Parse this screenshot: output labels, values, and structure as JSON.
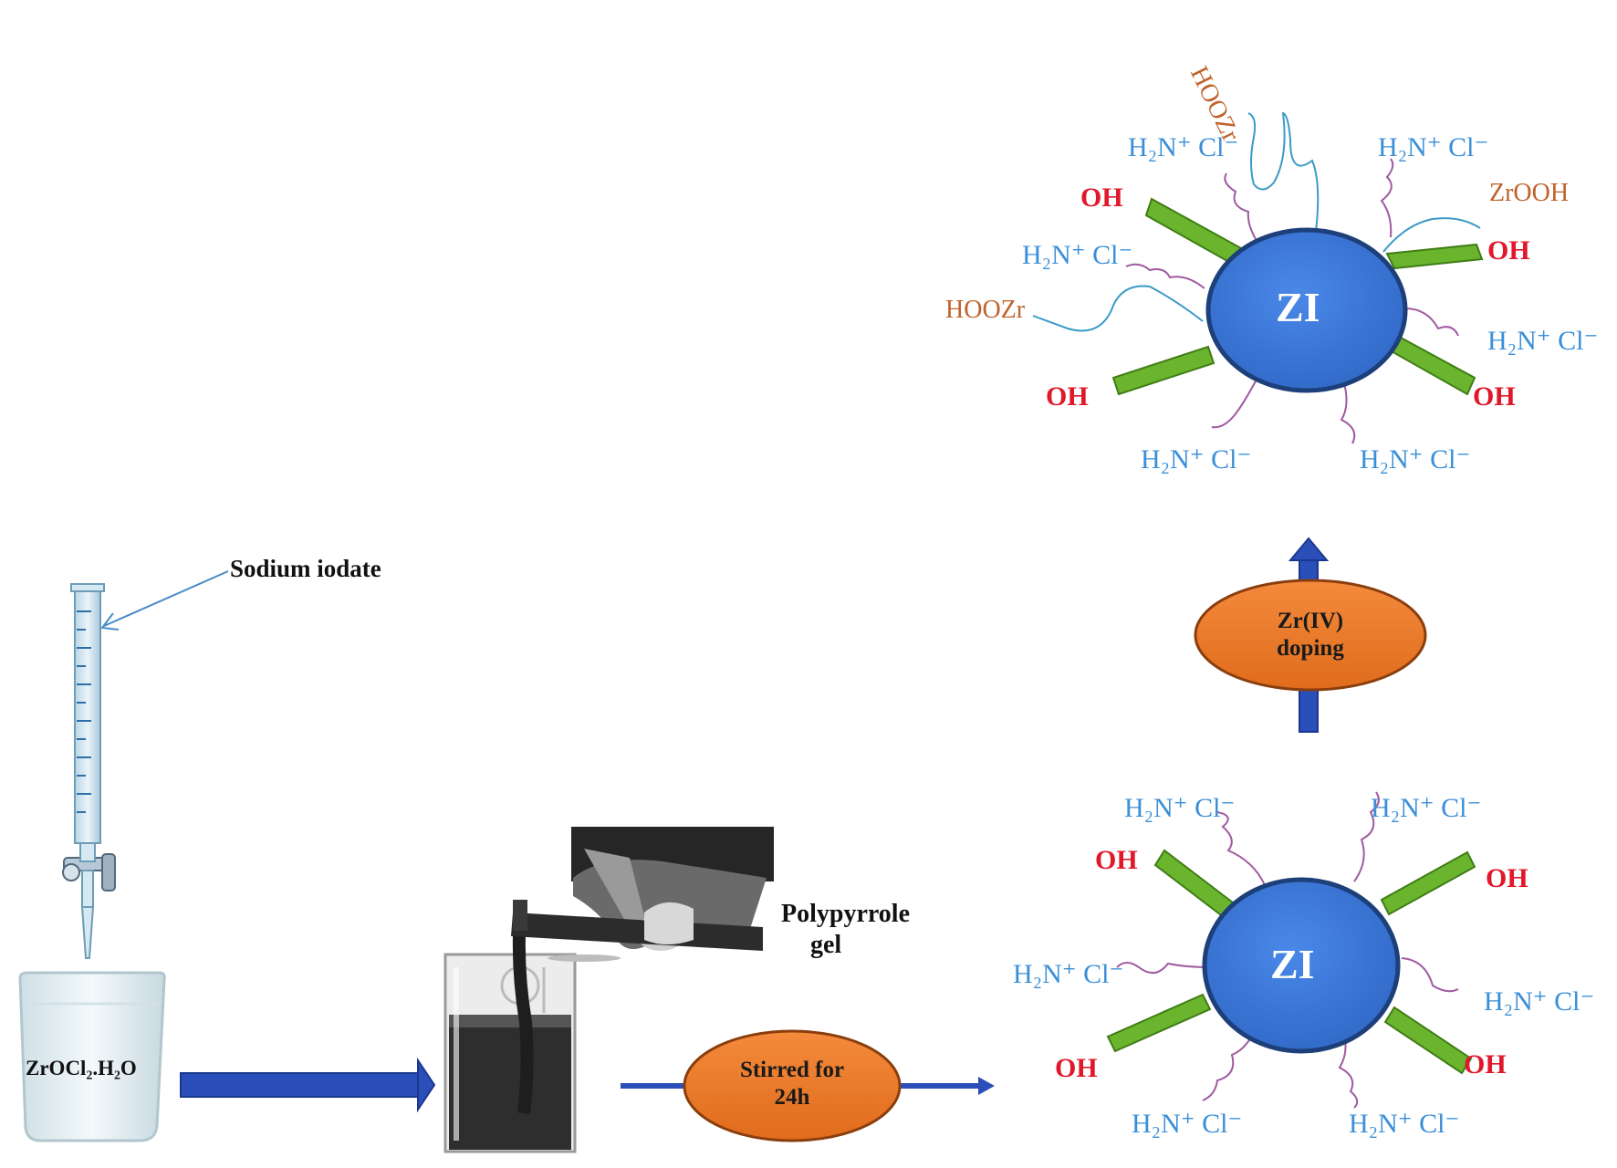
{
  "labels": {
    "sodium_iodate": "Sodium iodate",
    "beaker1_text": "ZrOCl₂.H₂O",
    "polypyrrole_line1": "Polypyrrole",
    "polypyrrole_line2": "gel",
    "stirred_line1": "Stirred for",
    "stirred_line2": "24h",
    "doping_line1": "Zr(IV)",
    "doping_line2": "doping",
    "particle_label": "ZI",
    "oh": "OH",
    "amine": "H₂N⁺ Cl⁻",
    "hoozr": "HOOZr",
    "zrooh": "ZrOOH"
  },
  "colors": {
    "particle_fill": "#3a78d8",
    "process_ellipse_fill": "#ee7a2a",
    "arrow_blue": "#2b4fb8",
    "oh_red": "#e0182a",
    "amine_blue": "#3a8fd8",
    "zr_orange": "#c0632c",
    "rod_green": "#6bb52e",
    "chain_purple": "#a05aa0",
    "chain_teal": "#3a9ac8"
  }
}
